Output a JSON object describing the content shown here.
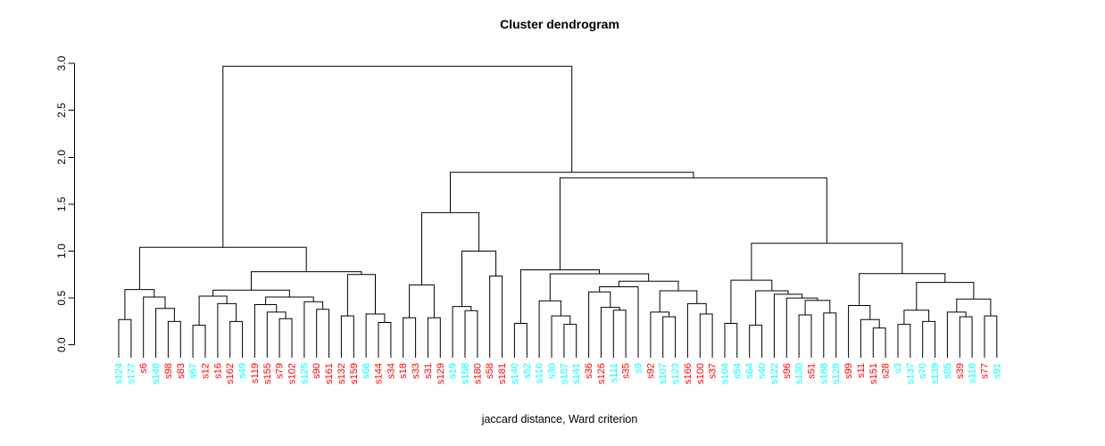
{
  "figure": {
    "title": "Cluster dendrogram",
    "xlabel": "jaccard distance, Ward criterion"
  },
  "chart_data": {
    "type": "dendrogram",
    "title": "Cluster dendrogram",
    "xlabel": "jaccard distance, Ward criterion",
    "ylabel": "",
    "ylim": [
      0.0,
      3.05
    ],
    "ytick_labels": [
      "0.0",
      "0.5",
      "1.0",
      "1.5",
      "2.0",
      "2.5",
      "3.0"
    ],
    "ytick_values": [
      0.0,
      0.5,
      1.0,
      1.5,
      2.0,
      2.5,
      3.0
    ],
    "grid": "off",
    "legend": "none",
    "label_colors": {
      "red": "#FF0000",
      "cyan": "#00FFFF"
    },
    "line_color": "#000000",
    "leaves": [
      {
        "label": "s124",
        "color": "cyan"
      },
      {
        "label": "s177",
        "color": "cyan"
      },
      {
        "label": "s6",
        "color": "red"
      },
      {
        "label": "s148",
        "color": "cyan"
      },
      {
        "label": "s98",
        "color": "red"
      },
      {
        "label": "s83",
        "color": "red"
      },
      {
        "label": "s67",
        "color": "cyan"
      },
      {
        "label": "s12",
        "color": "red"
      },
      {
        "label": "s16",
        "color": "red"
      },
      {
        "label": "s162",
        "color": "red"
      },
      {
        "label": "s49",
        "color": "cyan"
      },
      {
        "label": "s119",
        "color": "red"
      },
      {
        "label": "s155",
        "color": "red"
      },
      {
        "label": "s79",
        "color": "red"
      },
      {
        "label": "s102",
        "color": "red"
      },
      {
        "label": "s125",
        "color": "cyan"
      },
      {
        "label": "s90",
        "color": "red"
      },
      {
        "label": "s161",
        "color": "red"
      },
      {
        "label": "s132",
        "color": "red"
      },
      {
        "label": "s159",
        "color": "red"
      },
      {
        "label": "s66",
        "color": "cyan"
      },
      {
        "label": "s144",
        "color": "red"
      },
      {
        "label": "s34",
        "color": "red"
      },
      {
        "label": "s18",
        "color": "red"
      },
      {
        "label": "s33",
        "color": "red"
      },
      {
        "label": "s31",
        "color": "red"
      },
      {
        "label": "s129",
        "color": "red"
      },
      {
        "label": "s19",
        "color": "cyan"
      },
      {
        "label": "s158",
        "color": "cyan"
      },
      {
        "label": "s180",
        "color": "red"
      },
      {
        "label": "s58",
        "color": "red"
      },
      {
        "label": "s181",
        "color": "red"
      },
      {
        "label": "s140",
        "color": "cyan"
      },
      {
        "label": "s52",
        "color": "cyan"
      },
      {
        "label": "s110",
        "color": "cyan"
      },
      {
        "label": "s30",
        "color": "cyan"
      },
      {
        "label": "s157",
        "color": "cyan"
      },
      {
        "label": "s141",
        "color": "cyan"
      },
      {
        "label": "s36",
        "color": "red"
      },
      {
        "label": "s126",
        "color": "red"
      },
      {
        "label": "s111",
        "color": "cyan"
      },
      {
        "label": "s35",
        "color": "red"
      },
      {
        "label": "s9",
        "color": "cyan"
      },
      {
        "label": "s92",
        "color": "red"
      },
      {
        "label": "s107",
        "color": "cyan"
      },
      {
        "label": "s123",
        "color": "cyan"
      },
      {
        "label": "s166",
        "color": "red"
      },
      {
        "label": "s100",
        "color": "red"
      },
      {
        "label": "s37",
        "color": "red"
      },
      {
        "label": "s104",
        "color": "cyan"
      },
      {
        "label": "s54",
        "color": "cyan"
      },
      {
        "label": "s64",
        "color": "cyan"
      },
      {
        "label": "s40",
        "color": "cyan"
      },
      {
        "label": "s122",
        "color": "cyan"
      },
      {
        "label": "s96",
        "color": "red"
      },
      {
        "label": "s130",
        "color": "cyan"
      },
      {
        "label": "s51",
        "color": "red"
      },
      {
        "label": "s188",
        "color": "cyan"
      },
      {
        "label": "s128",
        "color": "cyan"
      },
      {
        "label": "s99",
        "color": "red"
      },
      {
        "label": "s11",
        "color": "red"
      },
      {
        "label": "s151",
        "color": "red"
      },
      {
        "label": "s28",
        "color": "red"
      },
      {
        "label": "s3",
        "color": "cyan"
      },
      {
        "label": "s137",
        "color": "cyan"
      },
      {
        "label": "s70",
        "color": "cyan"
      },
      {
        "label": "s139",
        "color": "cyan"
      },
      {
        "label": "s85",
        "color": "cyan"
      },
      {
        "label": "s39",
        "color": "red"
      },
      {
        "label": "s118",
        "color": "cyan"
      },
      {
        "label": "s77",
        "color": "red"
      },
      {
        "label": "s91",
        "color": "cyan"
      }
    ],
    "merges": [
      [
        "L0",
        "L1",
        0.27
      ],
      [
        "L4",
        "L5",
        0.25
      ],
      [
        "L3",
        "M1",
        0.39
      ],
      [
        "L2",
        "M2",
        0.51
      ],
      [
        "M0",
        "M3",
        0.59
      ],
      [
        "L6",
        "L7",
        0.21
      ],
      [
        "L9",
        "L10",
        0.25
      ],
      [
        "L8",
        "M6",
        0.44
      ],
      [
        "M5",
        "M7",
        0.52
      ],
      [
        "L13",
        "L14",
        0.28
      ],
      [
        "L12",
        "M9",
        0.35
      ],
      [
        "L11",
        "M10",
        0.43
      ],
      [
        "L16",
        "L17",
        0.38
      ],
      [
        "L15",
        "M12",
        0.46
      ],
      [
        "M11",
        "M13",
        0.51
      ],
      [
        "M8",
        "M14",
        0.585
      ],
      [
        "L18",
        "L19",
        0.31
      ],
      [
        "L21",
        "L22",
        0.24
      ],
      [
        "L20",
        "M17",
        0.33
      ],
      [
        "M16",
        "M18",
        0.75
      ],
      [
        "M15",
        "M19",
        0.78
      ],
      [
        "M4",
        "M20",
        1.04
      ],
      [
        "L23",
        "L24",
        0.29
      ],
      [
        "L25",
        "L26",
        0.29
      ],
      [
        "M22",
        "M23",
        0.64
      ],
      [
        "L28",
        "L29",
        0.365
      ],
      [
        "L27",
        "M25",
        0.41
      ],
      [
        "L30",
        "L31",
        0.735
      ],
      [
        "M26",
        "M27",
        1.0
      ],
      [
        "M24",
        "M28",
        1.41
      ],
      [
        "L32",
        "L33",
        0.23
      ],
      [
        "L36",
        "L37",
        0.22
      ],
      [
        "L35",
        "M31",
        0.31
      ],
      [
        "L34",
        "M32",
        0.47
      ],
      [
        "L40",
        "L41",
        0.37
      ],
      [
        "L39",
        "M34",
        0.4
      ],
      [
        "L38",
        "M35",
        0.565
      ],
      [
        "M36",
        "L42",
        0.62
      ],
      [
        "L44",
        "L45",
        0.3
      ],
      [
        "L43",
        "M38",
        0.35
      ],
      [
        "L47",
        "L48",
        0.33
      ],
      [
        "L46",
        "M40",
        0.44
      ],
      [
        "M39",
        "M41",
        0.577
      ],
      [
        "M37",
        "M42",
        0.68
      ],
      [
        "M33",
        "M43",
        0.758
      ],
      [
        "M30",
        "M44",
        0.8
      ],
      [
        "L49",
        "L50",
        0.23
      ],
      [
        "L51",
        "L52",
        0.21
      ],
      [
        "L55",
        "L56",
        0.32
      ],
      [
        "L57",
        "L58",
        0.34
      ],
      [
        "M48",
        "M49",
        0.475
      ],
      [
        "L54",
        "M50",
        0.5
      ],
      [
        "L53",
        "M51",
        0.54
      ],
      [
        "M47",
        "M52",
        0.577
      ],
      [
        "M46",
        "M53",
        0.69
      ],
      [
        "L61",
        "L62",
        0.18
      ],
      [
        "L60",
        "M55",
        0.27
      ],
      [
        "L59",
        "M56",
        0.42
      ],
      [
        "L63",
        "L64",
        0.22
      ],
      [
        "L65",
        "L66",
        0.25
      ],
      [
        "M58",
        "M59",
        0.37
      ],
      [
        "L68",
        "L69",
        0.3
      ],
      [
        "L67",
        "M61",
        0.35
      ],
      [
        "L70",
        "L71",
        0.31
      ],
      [
        "M62",
        "M63",
        0.49
      ],
      [
        "M60",
        "M64",
        0.666
      ],
      [
        "M57",
        "M65",
        0.76
      ],
      [
        "M54",
        "M66",
        1.083
      ],
      [
        "M45",
        "M67",
        1.78
      ],
      [
        "M29",
        "M68",
        1.84
      ],
      [
        "M21",
        "M69",
        2.97
      ]
    ]
  }
}
